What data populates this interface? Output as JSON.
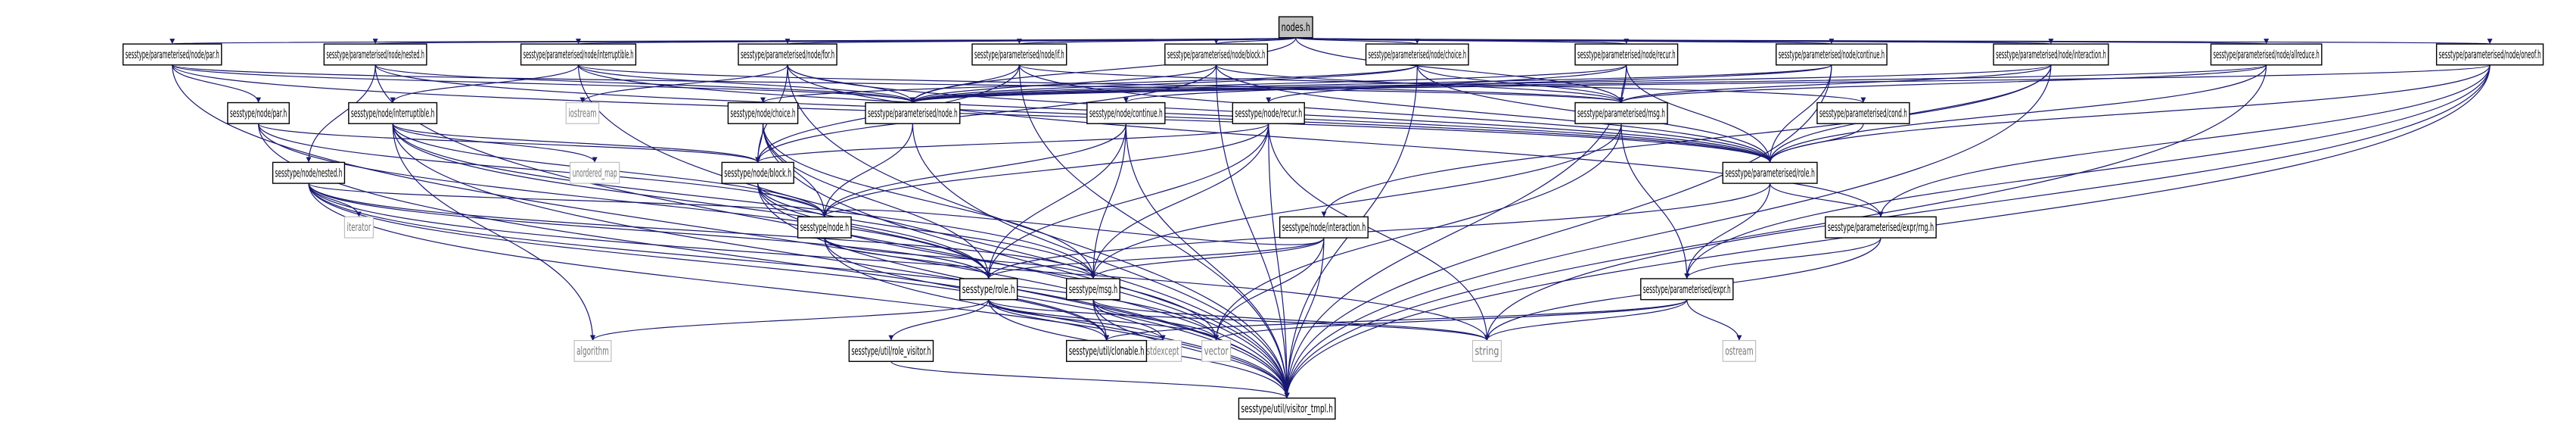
{
  "graph": {
    "edge_color": "#191970",
    "root_fill": "#bfbfbf",
    "external_border": "#bfbfbf",
    "nodes": [
      {
        "id": "nodes_h",
        "label": "nodes.h",
        "kind": "root"
      },
      {
        "id": "pn_par",
        "label": "sesstype/parameterised/node/par.h",
        "kind": "file"
      },
      {
        "id": "pn_nested",
        "label": "sesstype/parameterised/node/nested.h",
        "kind": "file"
      },
      {
        "id": "pn_interruptible",
        "label": "sesstype/parameterised/node/interruptible.h",
        "kind": "file"
      },
      {
        "id": "pn_for",
        "label": "sesstype/parameterised/node/for.h",
        "kind": "file"
      },
      {
        "id": "pn_if",
        "label": "sesstype/parameterised/node/if.h",
        "kind": "file"
      },
      {
        "id": "pn_block",
        "label": "sesstype/parameterised/node/block.h",
        "kind": "file"
      },
      {
        "id": "pn_choice",
        "label": "sesstype/parameterised/node/choice.h",
        "kind": "file"
      },
      {
        "id": "pn_recur",
        "label": "sesstype/parameterised/node/recur.h",
        "kind": "file"
      },
      {
        "id": "pn_continue",
        "label": "sesstype/parameterised/node/continue.h",
        "kind": "file"
      },
      {
        "id": "pn_interaction",
        "label": "sesstype/parameterised/node/interaction.h",
        "kind": "file"
      },
      {
        "id": "pn_allreduce",
        "label": "sesstype/parameterised/node/allreduce.h",
        "kind": "file"
      },
      {
        "id": "pn_oneof",
        "label": "sesstype/parameterised/node/oneof.h",
        "kind": "file"
      },
      {
        "id": "n_par",
        "label": "sesstype/node/par.h",
        "kind": "file"
      },
      {
        "id": "n_interruptible",
        "label": "sesstype/node/interruptible.h",
        "kind": "file"
      },
      {
        "id": "iostream",
        "label": "iostream",
        "kind": "external"
      },
      {
        "id": "n_choice",
        "label": "sesstype/node/choice.h",
        "kind": "file"
      },
      {
        "id": "p_node",
        "label": "sesstype/parameterised/node.h",
        "kind": "file"
      },
      {
        "id": "n_continue",
        "label": "sesstype/node/continue.h",
        "kind": "file"
      },
      {
        "id": "n_recur",
        "label": "sesstype/node/recur.h",
        "kind": "file"
      },
      {
        "id": "p_msg",
        "label": "sesstype/parameterised/msg.h",
        "kind": "file"
      },
      {
        "id": "p_cond",
        "label": "sesstype/parameterised/cond.h",
        "kind": "file"
      },
      {
        "id": "n_nested",
        "label": "sesstype/node/nested.h",
        "kind": "file"
      },
      {
        "id": "unordered_map",
        "label": "unordered_map",
        "kind": "external"
      },
      {
        "id": "n_block",
        "label": "sesstype/node/block.h",
        "kind": "file"
      },
      {
        "id": "p_role",
        "label": "sesstype/parameterised/role.h",
        "kind": "file"
      },
      {
        "id": "n_interaction",
        "label": "sesstype/node/interaction.h",
        "kind": "file"
      },
      {
        "id": "iterator",
        "label": "iterator",
        "kind": "external"
      },
      {
        "id": "node_h",
        "label": "sesstype/node.h",
        "kind": "file"
      },
      {
        "id": "p_expr_rng",
        "label": "sesstype/parameterised/expr/rng.h",
        "kind": "file"
      },
      {
        "id": "role_h",
        "label": "sesstype/role.h",
        "kind": "file"
      },
      {
        "id": "msg_h",
        "label": "sesstype/msg.h",
        "kind": "file"
      },
      {
        "id": "p_expr",
        "label": "sesstype/parameterised/expr.h",
        "kind": "file"
      },
      {
        "id": "algorithm",
        "label": "algorithm",
        "kind": "external"
      },
      {
        "id": "string",
        "label": "string",
        "kind": "external"
      },
      {
        "id": "vector",
        "label": "vector",
        "kind": "external"
      },
      {
        "id": "stdexcept",
        "label": "stdexcept",
        "kind": "external"
      },
      {
        "id": "ostream",
        "label": "ostream",
        "kind": "external"
      },
      {
        "id": "u_role_visitor",
        "label": "sesstype/util/role_visitor.h",
        "kind": "file"
      },
      {
        "id": "u_clonable",
        "label": "sesstype/util/clonable.h",
        "kind": "file"
      },
      {
        "id": "u_visitor_tmpl",
        "label": "sesstype/util/visitor_tmpl.h",
        "kind": "file"
      }
    ],
    "edges": [
      [
        "nodes_h",
        "pn_par"
      ],
      [
        "nodes_h",
        "pn_nested"
      ],
      [
        "nodes_h",
        "pn_interruptible"
      ],
      [
        "nodes_h",
        "pn_for"
      ],
      [
        "nodes_h",
        "pn_if"
      ],
      [
        "nodes_h",
        "pn_block"
      ],
      [
        "nodes_h",
        "pn_choice"
      ],
      [
        "nodes_h",
        "pn_recur"
      ],
      [
        "nodes_h",
        "pn_continue"
      ],
      [
        "nodes_h",
        "pn_interaction"
      ],
      [
        "nodes_h",
        "pn_allreduce"
      ],
      [
        "nodes_h",
        "pn_oneof"
      ],
      [
        "nodes_h",
        "p_node"
      ],
      [
        "nodes_h",
        "p_msg"
      ],
      [
        "pn_par",
        "n_par"
      ],
      [
        "pn_par",
        "p_node"
      ],
      [
        "pn_par",
        "p_msg"
      ],
      [
        "pn_par",
        "p_role"
      ],
      [
        "pn_par",
        "u_visitor_tmpl"
      ],
      [
        "pn_nested",
        "n_nested"
      ],
      [
        "pn_nested",
        "p_node"
      ],
      [
        "pn_nested",
        "p_role"
      ],
      [
        "pn_nested",
        "u_visitor_tmpl"
      ],
      [
        "pn_interruptible",
        "n_interruptible"
      ],
      [
        "pn_interruptible",
        "p_node"
      ],
      [
        "pn_interruptible",
        "p_msg"
      ],
      [
        "pn_interruptible",
        "p_role"
      ],
      [
        "pn_interruptible",
        "u_visitor_tmpl"
      ],
      [
        "pn_for",
        "p_node"
      ],
      [
        "pn_for",
        "n_block"
      ],
      [
        "pn_for",
        "p_expr_rng"
      ],
      [
        "pn_for",
        "p_role"
      ],
      [
        "pn_for",
        "u_visitor_tmpl"
      ],
      [
        "pn_for",
        "iostream"
      ],
      [
        "pn_if",
        "p_node"
      ],
      [
        "pn_if",
        "p_cond"
      ],
      [
        "pn_if",
        "n_block"
      ],
      [
        "pn_if",
        "p_role"
      ],
      [
        "pn_if",
        "u_visitor_tmpl"
      ],
      [
        "pn_block",
        "n_block"
      ],
      [
        "pn_block",
        "p_node"
      ],
      [
        "pn_block",
        "p_msg"
      ],
      [
        "pn_block",
        "p_role"
      ],
      [
        "pn_block",
        "u_visitor_tmpl"
      ],
      [
        "pn_choice",
        "n_choice"
      ],
      [
        "pn_choice",
        "p_node"
      ],
      [
        "pn_choice",
        "p_msg"
      ],
      [
        "pn_choice",
        "p_role"
      ],
      [
        "pn_choice",
        "u_visitor_tmpl"
      ],
      [
        "pn_recur",
        "n_recur"
      ],
      [
        "pn_recur",
        "p_node"
      ],
      [
        "pn_recur",
        "p_msg"
      ],
      [
        "pn_recur",
        "p_role"
      ],
      [
        "pn_recur",
        "u_visitor_tmpl"
      ],
      [
        "pn_continue",
        "n_continue"
      ],
      [
        "pn_continue",
        "p_node"
      ],
      [
        "pn_continue",
        "p_role"
      ],
      [
        "pn_continue",
        "u_visitor_tmpl"
      ],
      [
        "pn_interaction",
        "n_interaction"
      ],
      [
        "pn_interaction",
        "p_node"
      ],
      [
        "pn_interaction",
        "p_msg"
      ],
      [
        "pn_interaction",
        "p_role"
      ],
      [
        "pn_interaction",
        "u_visitor_tmpl"
      ],
      [
        "pn_allreduce",
        "p_node"
      ],
      [
        "pn_allreduce",
        "p_msg"
      ],
      [
        "pn_allreduce",
        "p_role"
      ],
      [
        "pn_allreduce",
        "u_visitor_tmpl"
      ],
      [
        "pn_oneof",
        "p_node"
      ],
      [
        "pn_oneof",
        "p_role"
      ],
      [
        "pn_oneof",
        "p_expr_rng"
      ],
      [
        "pn_oneof",
        "p_expr"
      ],
      [
        "pn_oneof",
        "u_visitor_tmpl"
      ],
      [
        "pn_oneof",
        "string"
      ],
      [
        "n_par",
        "n_block"
      ],
      [
        "n_par",
        "node_h"
      ],
      [
        "n_par",
        "role_h"
      ],
      [
        "n_par",
        "u_visitor_tmpl"
      ],
      [
        "n_interruptible",
        "n_block"
      ],
      [
        "n_interruptible",
        "node_h"
      ],
      [
        "n_interruptible",
        "role_h"
      ],
      [
        "n_interruptible",
        "msg_h"
      ],
      [
        "n_interruptible",
        "unordered_map"
      ],
      [
        "n_interruptible",
        "u_visitor_tmpl"
      ],
      [
        "n_interruptible",
        "algorithm"
      ],
      [
        "n_choice",
        "n_block"
      ],
      [
        "n_choice",
        "node_h"
      ],
      [
        "n_choice",
        "role_h"
      ],
      [
        "n_choice",
        "msg_h"
      ],
      [
        "n_choice",
        "u_visitor_tmpl"
      ],
      [
        "n_continue",
        "node_h"
      ],
      [
        "n_continue",
        "role_h"
      ],
      [
        "n_continue",
        "msg_h"
      ],
      [
        "n_continue",
        "u_visitor_tmpl"
      ],
      [
        "n_recur",
        "n_block"
      ],
      [
        "n_recur",
        "node_h"
      ],
      [
        "n_recur",
        "role_h"
      ],
      [
        "n_recur",
        "msg_h"
      ],
      [
        "n_recur",
        "string"
      ],
      [
        "n_recur",
        "u_visitor_tmpl"
      ],
      [
        "n_nested",
        "node_h"
      ],
      [
        "n_nested",
        "role_h"
      ],
      [
        "n_nested",
        "msg_h"
      ],
      [
        "n_nested",
        "iterator"
      ],
      [
        "n_nested",
        "string"
      ],
      [
        "n_nested",
        "vector"
      ],
      [
        "n_nested",
        "u_clonable"
      ],
      [
        "n_nested",
        "u_visitor_tmpl"
      ],
      [
        "n_block",
        "node_h"
      ],
      [
        "n_block",
        "role_h"
      ],
      [
        "n_block",
        "msg_h"
      ],
      [
        "n_block",
        "vector"
      ],
      [
        "n_block",
        "u_visitor_tmpl"
      ],
      [
        "n_interaction",
        "node_h"
      ],
      [
        "n_interaction",
        "role_h"
      ],
      [
        "n_interaction",
        "msg_h"
      ],
      [
        "n_interaction",
        "vector"
      ],
      [
        "n_interaction",
        "u_visitor_tmpl"
      ],
      [
        "p_node",
        "node_h"
      ],
      [
        "p_node",
        "u_visitor_tmpl"
      ],
      [
        "p_msg",
        "p_expr"
      ],
      [
        "p_msg",
        "msg_h"
      ],
      [
        "p_msg",
        "vector"
      ],
      [
        "p_cond",
        "p_role"
      ],
      [
        "p_role",
        "role_h"
      ],
      [
        "p_role",
        "p_expr_rng"
      ],
      [
        "p_role",
        "p_expr"
      ],
      [
        "node_h",
        "role_h"
      ],
      [
        "node_h",
        "msg_h"
      ],
      [
        "node_h",
        "u_clonable"
      ],
      [
        "node_h",
        "u_visitor_tmpl"
      ],
      [
        "p_expr_rng",
        "p_expr"
      ],
      [
        "p_expr_rng",
        "string"
      ],
      [
        "role_h",
        "u_role_visitor"
      ],
      [
        "role_h",
        "u_clonable"
      ],
      [
        "role_h",
        "algorithm"
      ],
      [
        "role_h",
        "string"
      ],
      [
        "role_h",
        "vector"
      ],
      [
        "role_h",
        "stdexcept"
      ],
      [
        "role_h",
        "u_visitor_tmpl"
      ],
      [
        "msg_h",
        "u_clonable"
      ],
      [
        "msg_h",
        "string"
      ],
      [
        "msg_h",
        "vector"
      ],
      [
        "msg_h",
        "stdexcept"
      ],
      [
        "msg_h",
        "u_visitor_tmpl"
      ],
      [
        "p_expr",
        "string"
      ],
      [
        "p_expr",
        "vector"
      ],
      [
        "p_expr",
        "ostream"
      ],
      [
        "p_expr",
        "u_clonable"
      ],
      [
        "u_role_visitor",
        "u_visitor_tmpl"
      ]
    ]
  }
}
